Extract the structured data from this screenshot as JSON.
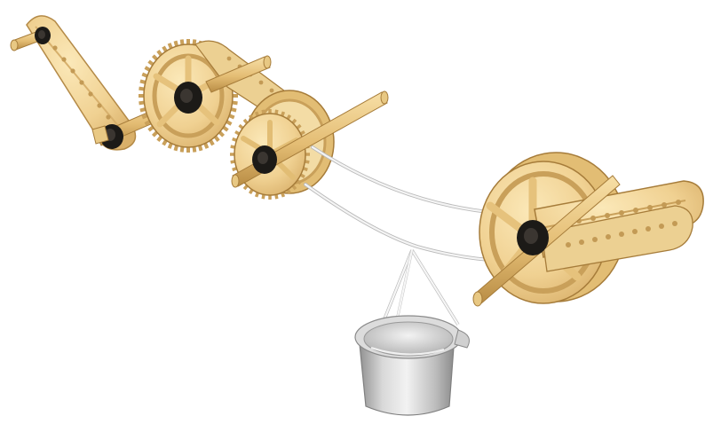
{
  "illustration": {
    "subject": "pulley-and-gear-train",
    "components": [
      "crank-arm-left",
      "large-gear",
      "small-gear-pulley",
      "drive-shaft",
      "rope",
      "right-pulley-wheel",
      "crank-arm-right",
      "bucket"
    ]
  },
  "colors": {
    "background": "#ffffff",
    "wood": "#f2d79a",
    "wood_mid": "#e6c27c",
    "wood_dark": "#c9a05a",
    "wood_edge": "#a67c3a",
    "hub_dark": "#1c1a17",
    "hub_mid": "#3b3631",
    "rope": "#f4f4f4",
    "rope_edge": "#b9b9b9",
    "bucket_light": "#e9e9e9",
    "bucket_mid": "#c8c8c8",
    "bucket_dark": "#9a9a9a"
  }
}
